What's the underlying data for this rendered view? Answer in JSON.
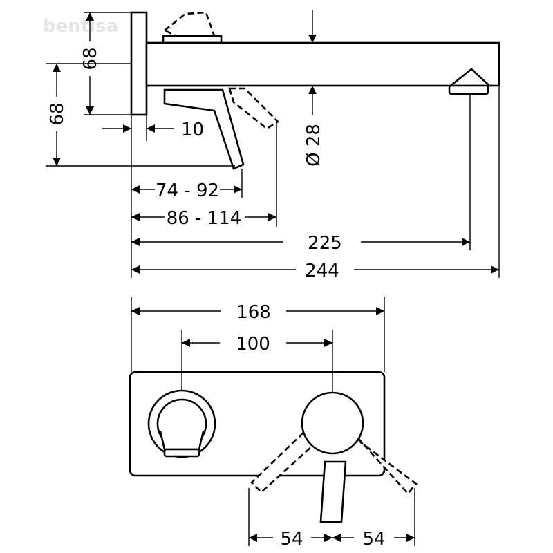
{
  "watermark": "bentisa",
  "side_view": {
    "dimensions": {
      "height_upper": "68",
      "height_lower": "68",
      "plate_thickness": "10",
      "spout_diameter": "Ø 28",
      "handle_reach_a": "74 - 92",
      "handle_reach_b": "86 - 114",
      "spout_outlet": "225",
      "spout_total": "244"
    }
  },
  "front_view": {
    "dimensions": {
      "plate_width": "168",
      "center_distance": "100",
      "lever_left": "54",
      "lever_right": "54"
    }
  }
}
